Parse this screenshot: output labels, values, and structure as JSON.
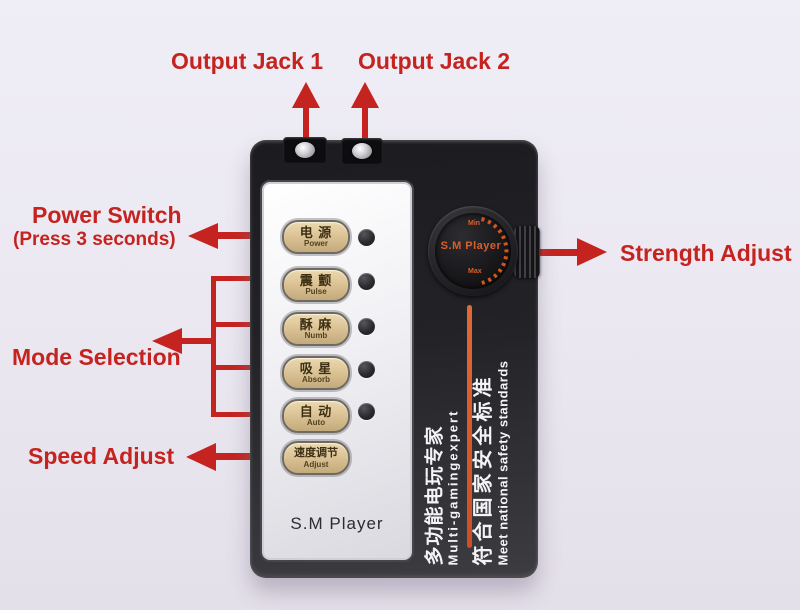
{
  "annotations": {
    "output_jack_1": "Output Jack 1",
    "output_jack_2": "Output Jack 2",
    "power_switch_line1": "Power Switch",
    "power_switch_line2": "(Press 3 seconds)",
    "mode_selection": "Mode Selection",
    "speed_adjust": "Speed Adjust",
    "strength_adjust": "Strength Adjust"
  },
  "device": {
    "brand": "S.M Player",
    "knob": {
      "label": "S.M Player",
      "min": "Min",
      "max": "Max"
    },
    "buttons": [
      {
        "cn": "电 源",
        "en": "Power"
      },
      {
        "cn": "震 颤",
        "en": "Pulse"
      },
      {
        "cn": "酥 麻",
        "en": "Numb"
      },
      {
        "cn": "吸 星",
        "en": "Absorb"
      },
      {
        "cn": "自 动",
        "en": "Auto"
      },
      {
        "cn": "速度调节",
        "en": "Adjust"
      }
    ],
    "side_text": {
      "col1_cn": "多功能电玩专家",
      "col1_en": "Multi-gamingexpert",
      "col2_cn": "符合国家安全标准",
      "col2_en": "Meet national safety standards"
    }
  },
  "colors": {
    "annotation_red": "#c5231f",
    "stripe_orange": "#d4512a",
    "knob_text_orange": "#d95f2b",
    "button_beige": "#d8bf92",
    "body_black": "#232327",
    "panel_white": "#f0f0f4"
  }
}
